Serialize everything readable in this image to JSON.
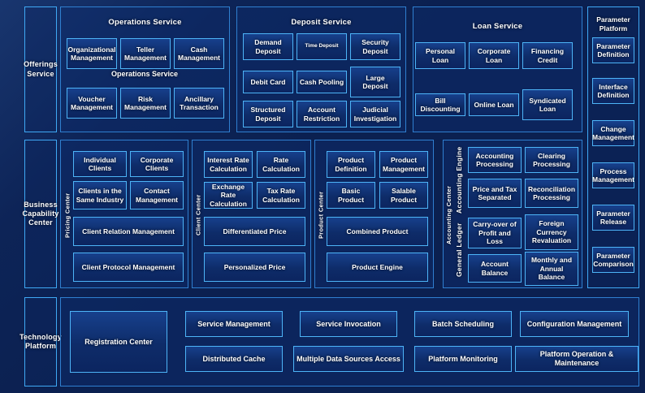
{
  "diagram": {
    "rows": [
      {
        "label": "Offerings Service"
      },
      {
        "label": "Business Capability Center"
      },
      {
        "label": "Technology Platform"
      }
    ],
    "offerings": {
      "operations": {
        "title": "Operations Service",
        "overlay_title": "Operations Service",
        "items": [
          "Organizational Management",
          "Teller Management",
          "Cash Management",
          "Voucher Management",
          "Risk Management",
          "Ancillary Transaction"
        ]
      },
      "deposit": {
        "title": "Deposit Service",
        "items": [
          "Demand Deposit",
          "Time Deposit",
          "Security Deposit",
          "Debit Card",
          "Cash Pooling",
          "Large Deposit",
          "Structured Deposit",
          "Account Restriction",
          "Judicial Investigation"
        ]
      },
      "loan": {
        "title": "Loan Service",
        "items": [
          "Personal Loan",
          "Corporate Loan",
          "Financing Credit",
          "Bill Discounting",
          "Online Loan",
          "Syndicated Loan"
        ]
      }
    },
    "capability": {
      "pricing_center": {
        "vlabel": "Pricing Center",
        "items": [
          "Individual Clients",
          "Corporate Clients",
          "Clients in the Same Industry",
          "Contact Management",
          "Client Relation Management",
          "Client Protocol Management"
        ]
      },
      "client_center": {
        "vlabel": "Client Center",
        "items": [
          "Interest Rate Calculation",
          "Rate Calculation",
          "Exchange Rate Calculation",
          "Tax Rate Calculation",
          "Differentiated Price",
          "Personalized Price"
        ]
      },
      "product_center": {
        "vlabel": "Product Center",
        "items": [
          "Product Definition",
          "Product Management",
          "Basic Product",
          "Salable Product",
          "Combined Product",
          "Product Engine"
        ]
      },
      "accounting_center": {
        "vlabel": "Accounting Center",
        "engine": {
          "vlabel": "Accounting Engine",
          "items": [
            "Accounting Processing",
            "Clearing Processing",
            "Price and Tax Separated",
            "Reconciliation Processing"
          ]
        },
        "ledger": {
          "vlabel": "General  Ledger",
          "items": [
            "Carry-over of Profit and Loss",
            "Foreign Currency Revaluation",
            "Account Balance",
            "Monthly and Annual Balance"
          ]
        }
      }
    },
    "parameter_platform": {
      "title": "Parameter Platform",
      "items": [
        "Parameter Definition",
        "Interface Definition",
        "Change Management",
        "Process Management",
        "Parameter Release",
        "Parameter Comparison"
      ]
    },
    "technology": {
      "registration": "Registration Center",
      "items": [
        "Service Management",
        "Service Invocation",
        "Batch Scheduling",
        "Configuration Management",
        "Distributed Cache",
        "Multiple Data Sources Access",
        "Platform Monitoring",
        "Platform Operation & Maintenance"
      ]
    },
    "colors": {
      "background": "#0b2050",
      "border_accent": "#3fa9f5",
      "box_border": "#4db4f7",
      "text": "#ffffff"
    }
  }
}
